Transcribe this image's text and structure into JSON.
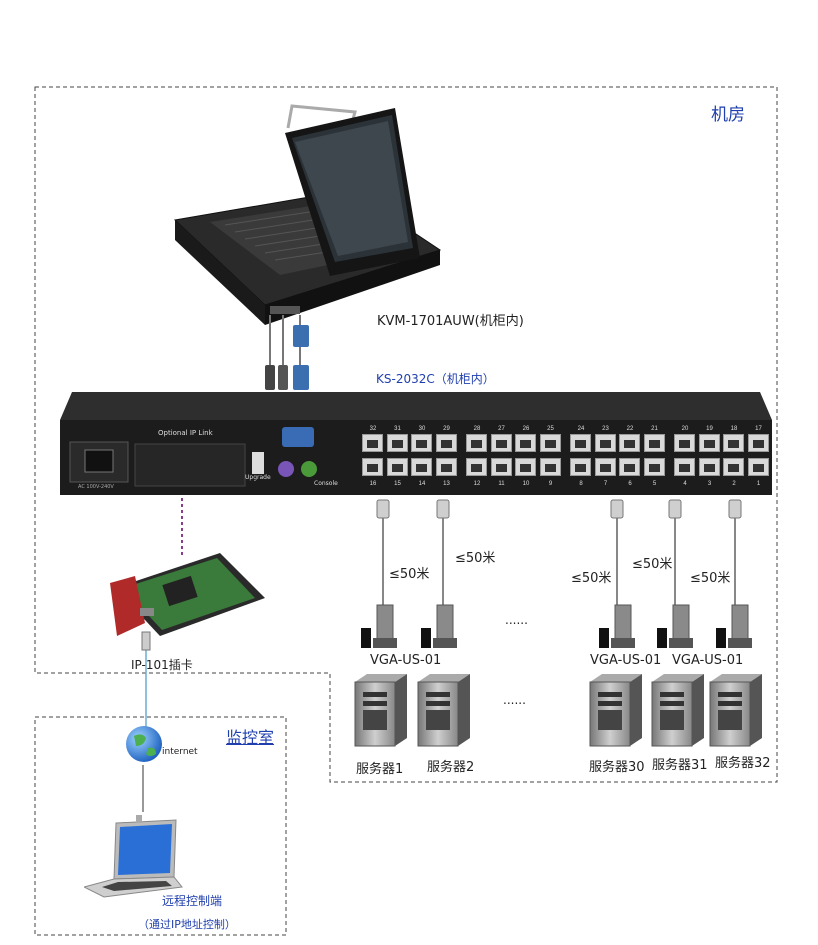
{
  "regions": {
    "machine_room": "机房",
    "monitor_room": "监控室"
  },
  "devices": {
    "console_model": "KVM-1701AUW(机柜内)",
    "kvm_switch_model": "KS-2032C（机柜内）",
    "ip_card": "IP-101插卡",
    "internet": "internet",
    "remote_terminal": "远程控制端",
    "remote_terminal_note": "（通过IP地址控制）",
    "optional_ip_link": "Optional IP Link",
    "upgrade": "Upgrade",
    "console": "Console",
    "power_rating": "AC 100V-240V"
  },
  "port_numbers": {
    "top": [
      "32",
      "31",
      "30",
      "29",
      "28",
      "27",
      "26",
      "25",
      "24",
      "23",
      "22",
      "21",
      "20",
      "19",
      "18",
      "17"
    ],
    "bottom": [
      "16",
      "15",
      "14",
      "13",
      "12",
      "11",
      "10",
      "9",
      "8",
      "7",
      "6",
      "5",
      "4",
      "3",
      "2",
      "1"
    ]
  },
  "cable_distances": [
    "≤50米",
    "≤50米",
    "≤50米",
    "≤50米",
    "≤50米"
  ],
  "adapters": [
    "VGA-US-01",
    "VGA-US-01",
    "VGA-US-01"
  ],
  "ellipsis": [
    "......",
    "......"
  ],
  "servers": [
    "服务器1",
    "服务器2",
    "服务器30",
    "服务器31",
    "服务器32"
  ],
  "colors": {
    "accent_blue": "#1f3fae",
    "chassis": "#1e1e1e",
    "link_purple": "#8a3c8a"
  }
}
